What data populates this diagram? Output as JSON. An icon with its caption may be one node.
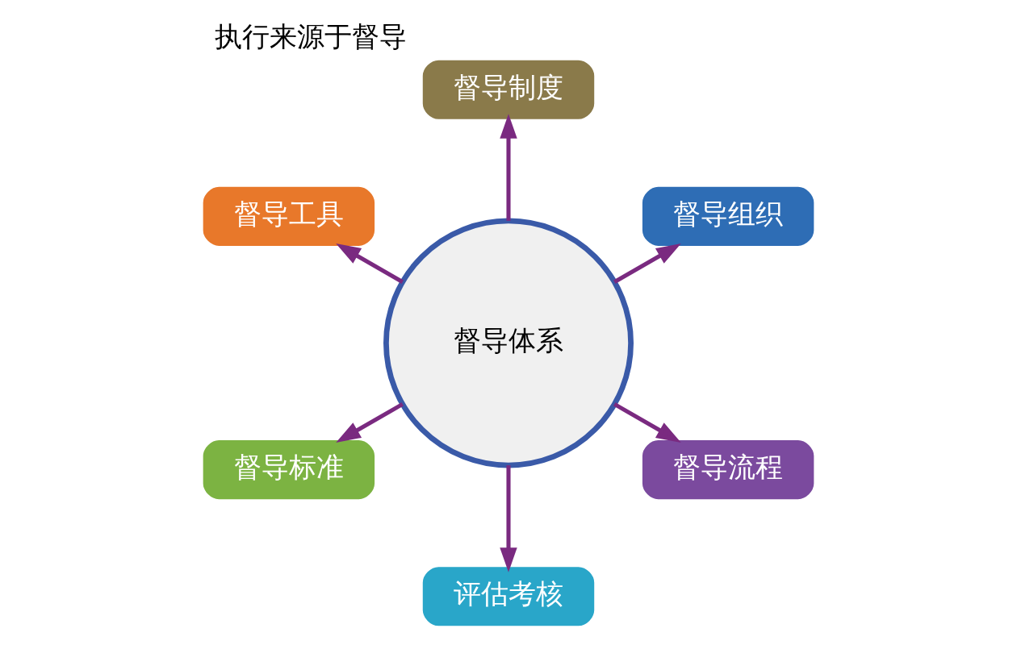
{
  "diagram": {
    "title": "执行来源于督导",
    "nodes": [
      {
        "text": [
          "督导体系"
        ]
      },
      {
        "text": [
          "督导组织"
        ]
      },
      {
        "text": [
          "督导制度"
        ]
      },
      {
        "text": [
          "督导工具"
        ]
      },
      {
        "text": [
          "督导标准"
        ]
      },
      {
        "text": [
          "评估考核"
        ]
      },
      {
        "text": [
          "督导流程"
        ]
      }
    ],
    "edges": [
      {
        "from": 0,
        "to": 1,
        "arrow": "to"
      },
      {
        "from": 0,
        "to": 2,
        "arrow": "to"
      },
      {
        "from": 0,
        "to": 3,
        "arrow": "to"
      },
      {
        "from": 0,
        "to": 4,
        "arrow": "to"
      },
      {
        "from": 0,
        "to": 5,
        "arrow": "to"
      },
      {
        "from": 0,
        "to": 6,
        "arrow": "to"
      }
    ]
  }
}
